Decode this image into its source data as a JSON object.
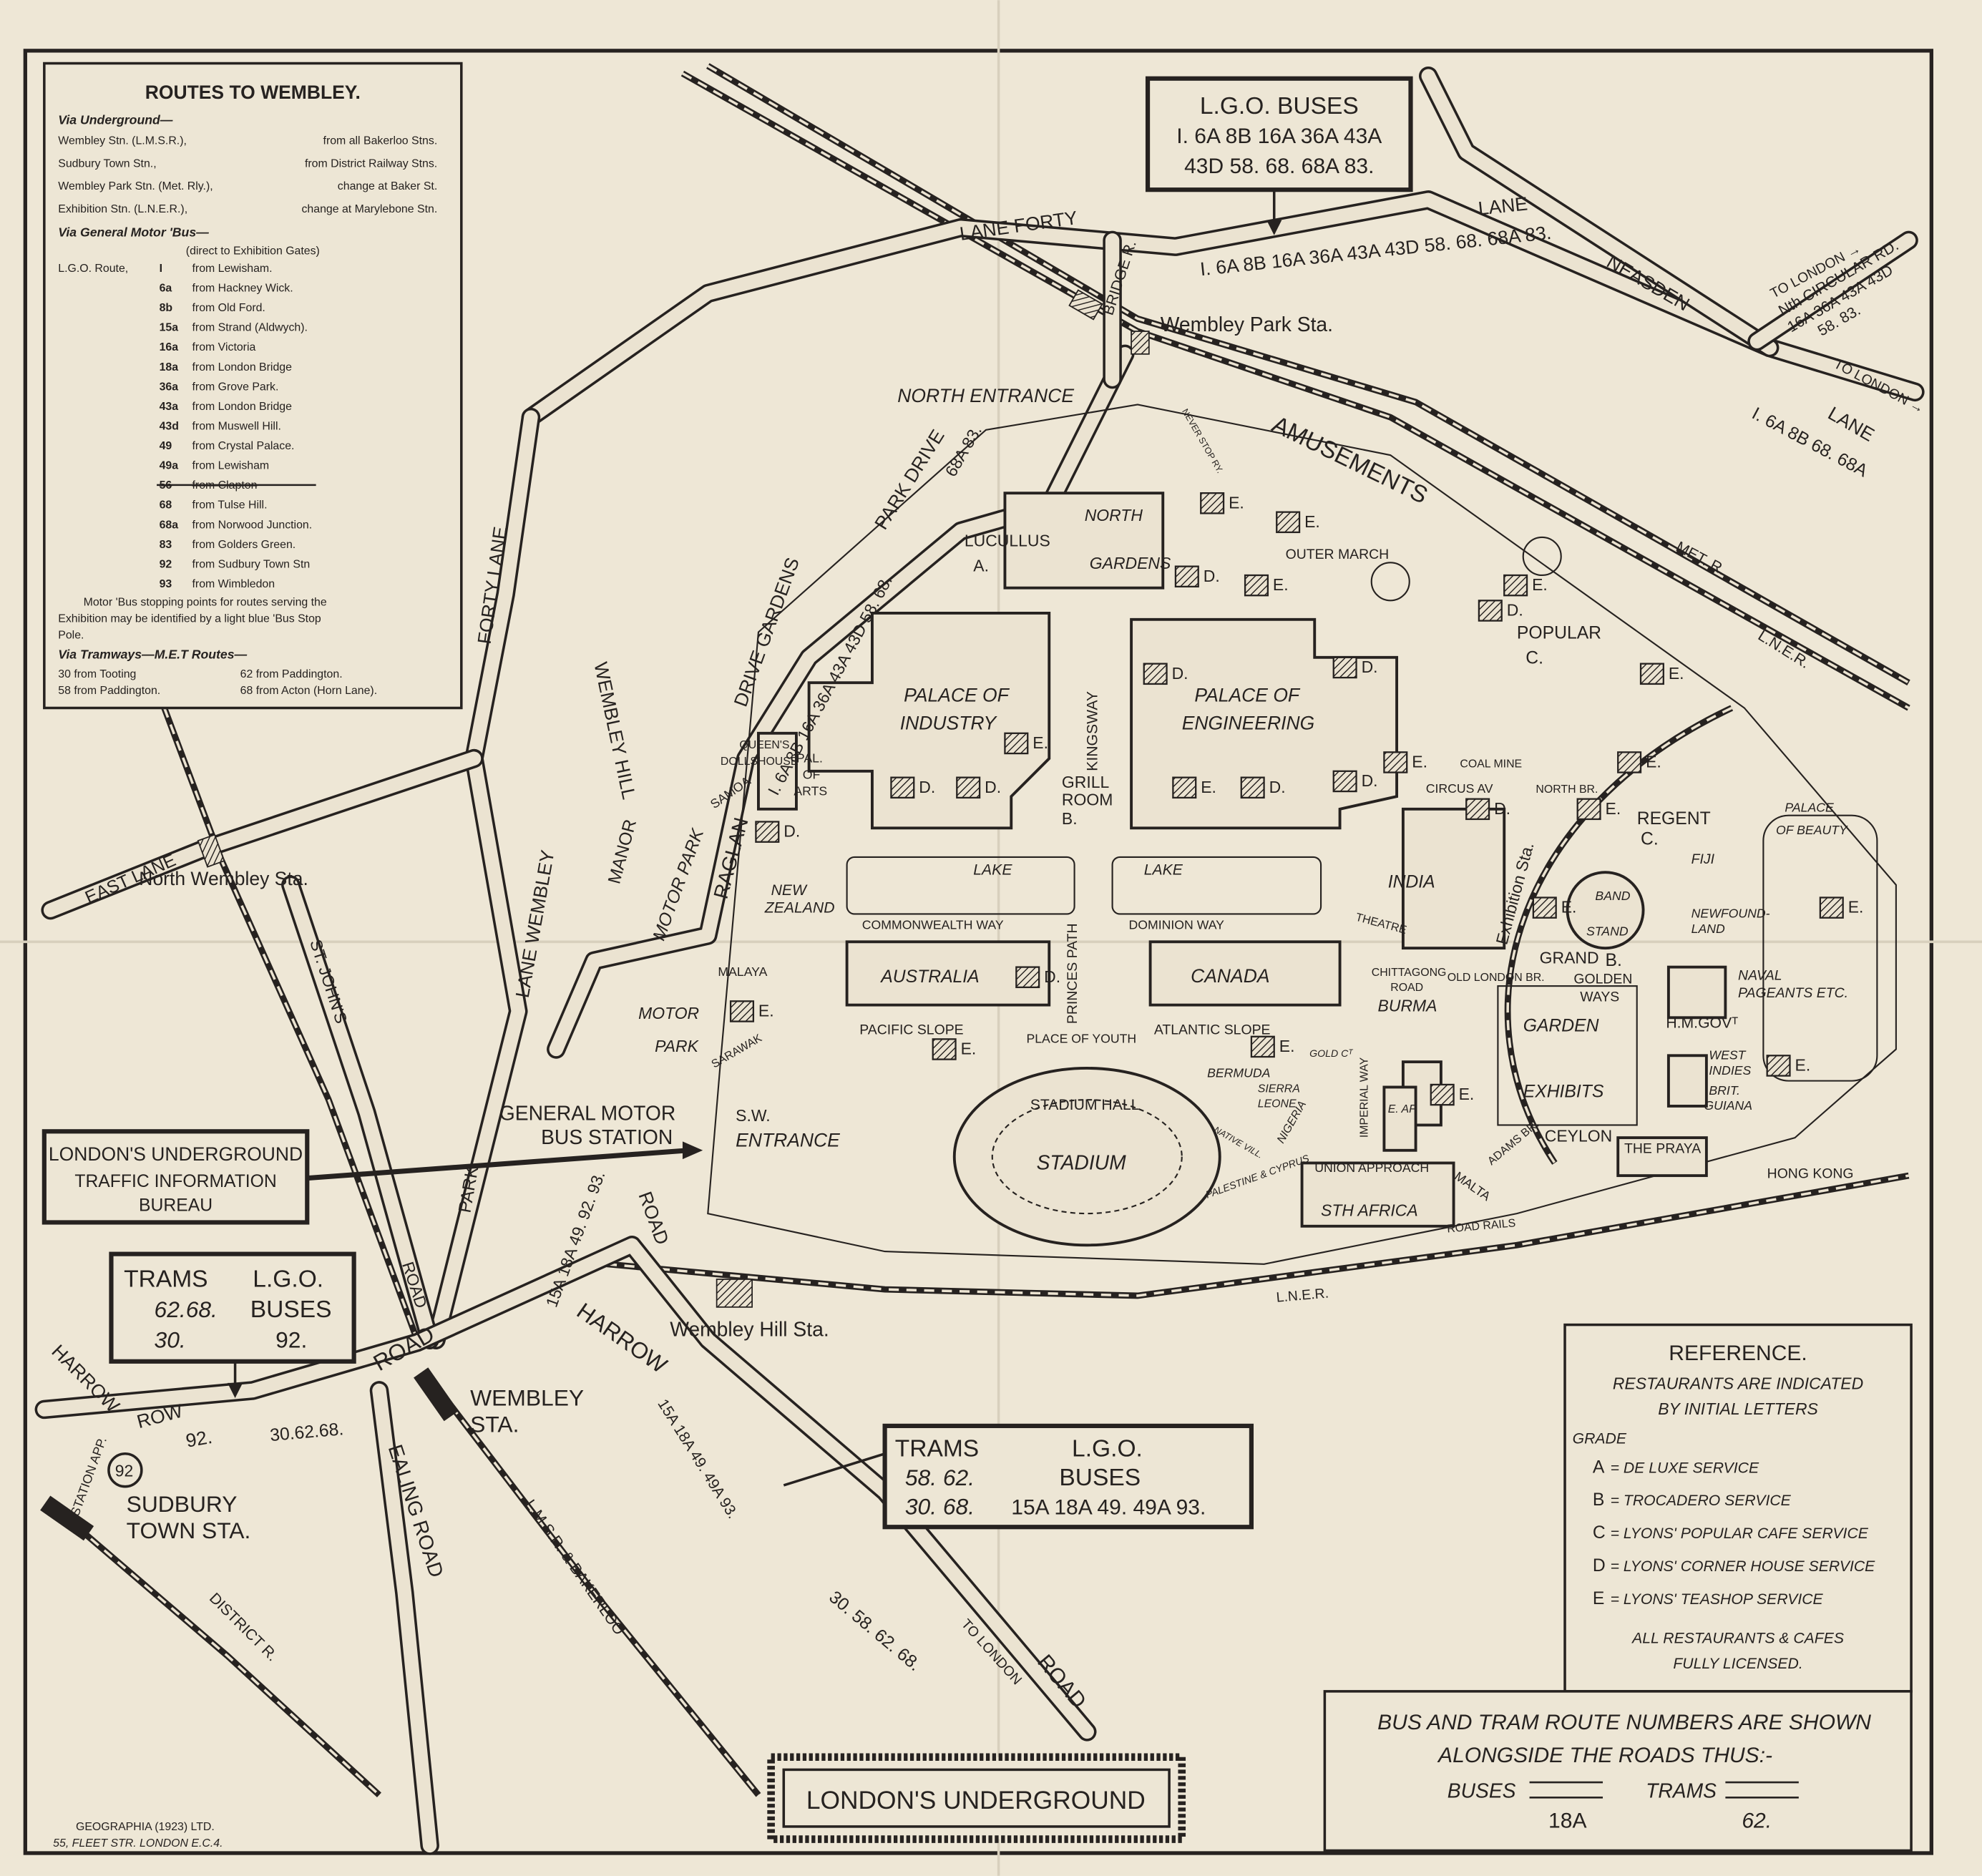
{
  "routes": {
    "title": "ROUTES TO WEMBLEY.",
    "underground_heading": "Via Underground—",
    "underground": [
      {
        "station": "Wembley Stn. (L.M.S.R.),",
        "detail": "from all Bakerloo Stns."
      },
      {
        "station": "Sudbury Town Stn.,",
        "detail": "from District Railway Stns."
      },
      {
        "station": "Wembley Park Stn. (Met. Rly.),",
        "detail": "change at Baker St."
      },
      {
        "station": "Exhibition Stn. (L.N.E.R.),",
        "detail": "change at Marylebone Stn."
      }
    ],
    "bus_heading": "Via General Motor 'Bus—",
    "bus_subheading": "(direct to Exhibition Gates)",
    "bus_route_label": "L.G.O. Route,",
    "bus_routes": [
      {
        "num": "I",
        "from": "from Lewisham."
      },
      {
        "num": "6a",
        "from": "from Hackney Wick."
      },
      {
        "num": "8b",
        "from": "from Old Ford."
      },
      {
        "num": "15a",
        "from": "from Strand (Aldwych)."
      },
      {
        "num": "16a",
        "from": "from Victoria"
      },
      {
        "num": "18a",
        "from": "from London Bridge"
      },
      {
        "num": "36a",
        "from": "from Grove Park."
      },
      {
        "num": "43a",
        "from": "from London Bridge"
      },
      {
        "num": "43d",
        "from": "from Muswell Hill."
      },
      {
        "num": "49",
        "from": "from Crystal Palace."
      },
      {
        "num": "49a",
        "from": "from Lewisham"
      },
      {
        "num": "56",
        "from": "from Clapton",
        "struck": true
      },
      {
        "num": "68",
        "from": "from Tulse Hill."
      },
      {
        "num": "68a",
        "from": "from Norwood Junction."
      },
      {
        "num": "83",
        "from": "from Golders Green."
      },
      {
        "num": "92",
        "from": "from Sudbury Town Stn"
      },
      {
        "num": "93",
        "from": "from Wimbledon"
      }
    ],
    "note": [
      "Motor 'Bus stopping points for routes serving the",
      "Exhibition may be identified by a light blue 'Bus Stop",
      "Pole."
    ],
    "tram_heading": "Via Tramways—M.E.T Routes—",
    "trams": [
      {
        "left": "30 from Tooting",
        "right": "62 from Paddington."
      },
      {
        "left": "58 from Paddington.",
        "right": "68 from Acton (Horn Lane)."
      }
    ]
  },
  "lgo_box_top": {
    "title": "L.G.O. BUSES",
    "line1": "I. 6A 8B 16A 36A 43A",
    "line2": "43D 58. 68. 68A 83."
  },
  "info_bureau": {
    "line1": "LONDON'S UNDERGROUND",
    "line2": "TRAFFIC INFORMATION",
    "line3": "BUREAU"
  },
  "box_left": {
    "trams": "TRAMS",
    "trams_routes1": "62.68.",
    "trams_routes2": "30.",
    "buses1": "L.G.O.",
    "buses2": "BUSES",
    "bus_routes": "92."
  },
  "box_right": {
    "trams": "TRAMS",
    "trams_routes1": "58. 62.",
    "trams_routes2": "30. 68.",
    "buses1": "L.G.O.",
    "buses2": "BUSES",
    "bus_routes": "15A 18A 49. 49A 93."
  },
  "reference": {
    "title": "REFERENCE.",
    "sub1": "RESTAURANTS ARE INDICATED",
    "sub2": "BY INITIAL LETTERS",
    "grade": "GRADE",
    "grades": [
      {
        "letter": "A",
        "desc": "= DE LUXE SERVICE"
      },
      {
        "letter": "B",
        "desc": "= TROCADERO SERVICE"
      },
      {
        "letter": "C",
        "desc": "= LYONS' POPULAR CAFE SERVICE"
      },
      {
        "letter": "D",
        "desc": "= LYONS' CORNER HOUSE SERVICE"
      },
      {
        "letter": "E",
        "desc": "= LYONS' TEASHOP SERVICE"
      }
    ],
    "licensed1": "ALL RESTAURANTS & CAFES",
    "licensed2": "FULLY LICENSED."
  },
  "route_note": {
    "line1": "BUS AND TRAM ROUTE NUMBERS ARE SHOWN",
    "line2": "ALONGSIDE THE ROADS THUS:-",
    "buses": "BUSES",
    "buses_example": "18A",
    "trams": "TRAMS",
    "trams_example": "62."
  },
  "logo": "LONDON'S UNDERGROUND",
  "imprint": {
    "line1": "GEOGRAPHIA (1923) LTD.",
    "line2": "55, FLEET STR. LONDON E.C.4."
  },
  "map_labels": {
    "forty_lane_top": "LANE FORTY",
    "lane_top": "LANE",
    "top_routes": "I. 6A 8B 16A 36A 43A 43D 58. 68. 68A 83.",
    "neasden": "NEASDEN",
    "lane_ne": "LANE",
    "ne_routes": "I. 6A 8B 68. 68A",
    "to_london_1": "TO LONDON →",
    "circular_rd": "Nth CIRCULAR RD.",
    "circ_routes1": "16A 36A 43A 43D",
    "circ_routes2": "58. 83.",
    "to_london_2": "TO LONDON →",
    "bridge_rd": "BRIDGE R.",
    "wembley_park_sta": "Wembley Park Sta.",
    "north_entrance": "NORTH ENTRANCE",
    "amusements": "AMUSEMENTS",
    "never_stop": "NEVER STOP RY.",
    "met_r": "MET. R.",
    "lner_ne": "L.N.E.R.",
    "park_drive": "PARK DRIVE",
    "pd_routes": "68A 83.",
    "gardens_drive": "DRIVE GARDENS",
    "gd_routes": "I. 6A 8B 16A 36A 43A 43D 58. 68.",
    "forty_lane_w": "FORTY LANE",
    "wembley_lane": "LANE WEMBLEY",
    "wembley_hill": "WEMBLEY HILL",
    "manor": "MANOR",
    "motor_park_1": "MOTOR PARK",
    "raglan": "RAGLAN",
    "east_lane": "EAST LANE",
    "north_wembley_sta": "North Wembley Sta.",
    "st_johns": "ST. JOHN'S",
    "st_johns_road": "ROAD",
    "park": "PARK",
    "north_gardens_1": "NORTH",
    "north_gardens_2": "GARDENS",
    "lucullus": "LUCULLUS",
    "lucullus_a": "A.",
    "outer_march": "OUTER MARCH",
    "popular": "POPULAR",
    "popular_c": "C.",
    "palace_industry_1": "PALACE OF",
    "palace_industry_2": "INDUSTRY",
    "palace_eng_1": "PALACE OF",
    "palace_eng_2": "ENGINEERING",
    "kingsway": "KINGSWAY",
    "grill_room_1": "GRILL",
    "grill_room_2": "ROOM",
    "grill_b": "B.",
    "dollshouse_1": "QUEEN'S",
    "dollshouse_2": "DOLLSHOUSE",
    "pal_arts_1": "PAL.",
    "pal_arts_2": "OF",
    "pal_arts_3": "ARTS",
    "samoa": "SAMOA",
    "new_zealand_1": "NEW",
    "new_zealand_2": "ZEALAND",
    "lake_1": "LAKE",
    "lake_2": "LAKE",
    "commonwealth_way": "COMMONWEALTH  WAY",
    "dominion_way": "DOMINION  WAY",
    "india": "INDIA",
    "theatre": "THEATRE",
    "australia": "AUSTRALIA",
    "canada": "CANADA",
    "malaya": "MALAYA",
    "motor_park_2a": "MOTOR",
    "motor_park_2b": "PARK",
    "sarawak": "SARAWAK",
    "pacific_slope": "PACIFIC  SLOPE",
    "atlantic_slope": "ATLANTIC  SLOPE",
    "princes_path": "PRINCES PATH",
    "place_of_youth": "PLACE OF YOUTH",
    "stadium_hall": "STADIUM HALL",
    "stadium": "STADIUM",
    "bermuda": "BERMUDA",
    "gold_ct": "GOLD Cᵀ",
    "sierra_leone_1": "SIERRA",
    "sierra_leone_2": "LEONE",
    "nigeria": "NIGERIA",
    "native_vill": "NATIVE VILL.",
    "imperial_way": "IMPERIAL WAY",
    "e_af": "E. AF.",
    "palestine": "PALESTINE & CYPRUS",
    "union_approach": "UNION  APPROACH",
    "malta": "MALTA",
    "sth_africa": "STH AFRICA",
    "road_rails": "ROAD RAILS",
    "coal_mine": "COAL MINE",
    "circus_av": "CIRCUS  AV",
    "north_br": "NORTH BR.",
    "regent": "REGENT",
    "regent_c": "C.",
    "exhibition_sta": "Exhibition Sta.",
    "band_stand_1": "BAND",
    "band_stand_2": "STAND",
    "fiji": "FIJI",
    "newfoundland_1": "NEWFOUND-",
    "newfoundland_2": "LAND",
    "palace_beauty_1": "PALACE",
    "palace_beauty_2": "OF BEAUTY",
    "naval_1": "NAVAL",
    "naval_2": "PAGEANTS ETC.",
    "hm_govt": "H.M.GOVᵀ",
    "west_indies_1": "WEST",
    "west_indies_2": "INDIES",
    "brit_guiana_1": "BRIT.",
    "brit_guiana_2": "GUIANA",
    "grand": "GRAND",
    "grand_b": "B.",
    "golden_1": "GOLDEN",
    "golden_2": "WAYS",
    "garden": "GARDEN",
    "exhibits": "EXHIBITS",
    "chittagong_1": "CHITTAGONG",
    "chittagong_2": "ROAD",
    "old_london_br": "OLD LONDON BR.",
    "burma": "BURMA",
    "adams_br": "ADAMS BR.",
    "ceylon": "CEYLON",
    "the_praya": "THE PRAYA",
    "hong_kong": "HONG KONG",
    "park_r": "PARK",
    "sw_entrance_1": "S.W.",
    "sw_entrance_2": "ENTRANCE",
    "bus_station_1": "GENERAL MOTOR",
    "bus_station_2": "BUS STATION",
    "lner_s": "L.N.E.R.",
    "wembley_hill_sta": "Wembley Hill Sta.",
    "hill_routes": "15A 18A 49. 92. 93.",
    "road_hill": "ROAD",
    "harrow_1": "HARROW",
    "harrow_2": "HARROW",
    "row": "ROW",
    "road_harrow": "ROAD",
    "harrow_routes": "15A 18A 49. 49A 93.",
    "wembley_sta_1": "WEMBLEY",
    "wembley_sta_2": "STA.",
    "sudbury_1": "SUDBURY",
    "sudbury_2": "TOWN STA.",
    "route_92_badge": "92",
    "station_app": "STATION APP.",
    "sudbury_routes_1": "92.",
    "sudbury_routes_2": "30.62.68.",
    "ealing_road": "EALING ROAD",
    "lmsr": "L.M.S.R. & BAKERLOO",
    "district_r": "DISTRICT R.",
    "london_routes": "30. 58. 62. 68.",
    "to_london_3": "TO LONDON",
    "road_london": "ROAD"
  },
  "restaurant_markers": [
    "D.",
    "E.",
    "E.",
    "E.",
    "E.",
    "E.",
    "D.",
    "E.",
    "E.",
    "D.",
    "D.",
    "D.",
    "D.",
    "E.",
    "D.",
    "D.",
    "E.",
    "E.",
    "E.",
    "D.",
    "E.",
    "E.",
    "E.",
    "E.",
    "D.",
    "E.",
    "D.",
    "E."
  ]
}
